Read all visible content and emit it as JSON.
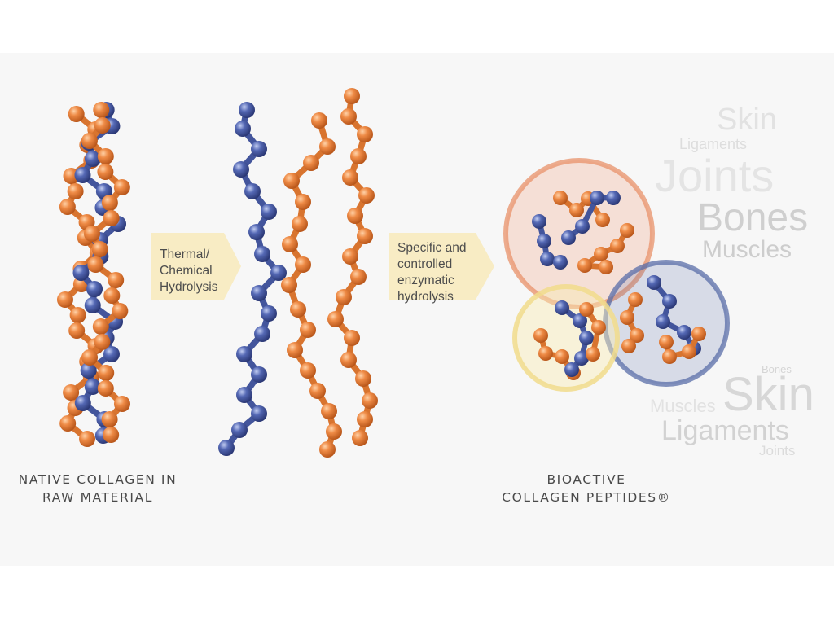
{
  "captions": {
    "native_line1": "NATIVE COLLAGEN IN",
    "native_line2": "RAW MATERIAL",
    "bioactive_line1": "BIOACTIVE",
    "bioactive_line2": "COLLAGEN PEPTIDES®"
  },
  "arrows": {
    "first": {
      "line1": "Thermal/",
      "line2": "Chemical",
      "line3": "Hydrolysis"
    },
    "second": {
      "line1": "Specific and",
      "line2": "controlled",
      "line3": "enzymatic",
      "line4": "hydrolysis"
    }
  },
  "word_cloud_top": {
    "skin": "Skin",
    "ligaments": "Ligaments",
    "joints": "Joints",
    "bones": "Bones",
    "muscles": "Muscles"
  },
  "word_cloud_bottom": {
    "bones": "Bones",
    "skin": "Skin",
    "muscles": "Muscles",
    "ligaments": "Ligaments",
    "joints": "Joints"
  },
  "colors": {
    "orange_bead": "#e07a35",
    "blue_bead": "#4a5ca8",
    "arrow_fill": "#f8ecc4",
    "circle_orange": "#e8916a",
    "circle_blue": "#5a6ea8",
    "circle_yellow": "#f1dc8c",
    "word_gray": "#d2d2d2"
  }
}
